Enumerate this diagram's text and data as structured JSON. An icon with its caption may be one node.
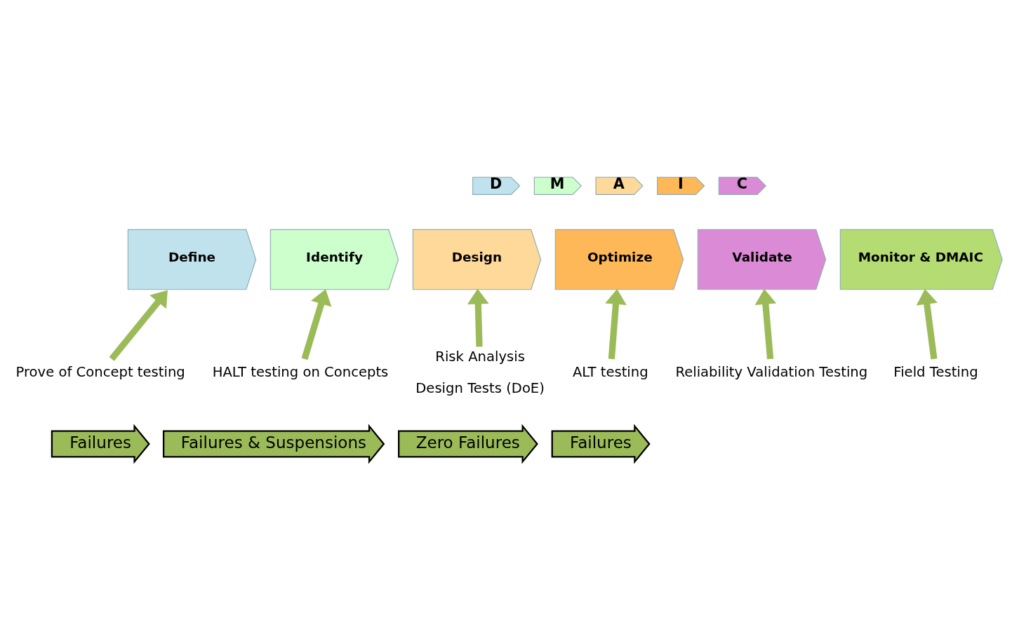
{
  "diagram": {
    "nodes": [
      {
        "text": [
          "D"
        ]
      },
      {
        "text": [
          "M"
        ]
      },
      {
        "text": [
          "A"
        ]
      },
      {
        "text": [
          "I"
        ]
      },
      {
        "text": [
          "C"
        ]
      },
      {
        "text": [
          "Define"
        ]
      },
      {
        "text": [
          "Identify"
        ]
      },
      {
        "text": [
          "Design"
        ]
      },
      {
        "text": [
          "Optimize"
        ]
      },
      {
        "text": [
          "Validate"
        ]
      },
      {
        "text": [
          "Monitor & DMAIC"
        ]
      },
      {
        "text": [
          "Prove of Concept testing"
        ]
      },
      {
        "text": [
          "HALT testing on Concepts"
        ]
      },
      {
        "text": [
          "Risk Analysis",
          "Design Tests (DoE)"
        ]
      },
      {
        "text": [
          "ALT testing"
        ]
      },
      {
        "text": [
          "Reliability Validation Testing"
        ]
      },
      {
        "text": [
          "Field Testing"
        ]
      },
      {
        "text": [
          "Failures"
        ]
      },
      {
        "text": [
          "Failures & Suspensions"
        ]
      },
      {
        "text": [
          "Zero Failures"
        ]
      },
      {
        "text": [
          "Failures"
        ]
      }
    ],
    "edges": [
      {
        "from": 11,
        "to": 5,
        "arrow": "to"
      },
      {
        "from": 12,
        "to": 6,
        "arrow": "to"
      },
      {
        "from": 13,
        "to": 7,
        "arrow": "to"
      },
      {
        "from": 14,
        "to": 8,
        "arrow": "to"
      },
      {
        "from": 15,
        "to": 9,
        "arrow": "to"
      },
      {
        "from": 16,
        "to": 10,
        "arrow": "to"
      }
    ]
  }
}
